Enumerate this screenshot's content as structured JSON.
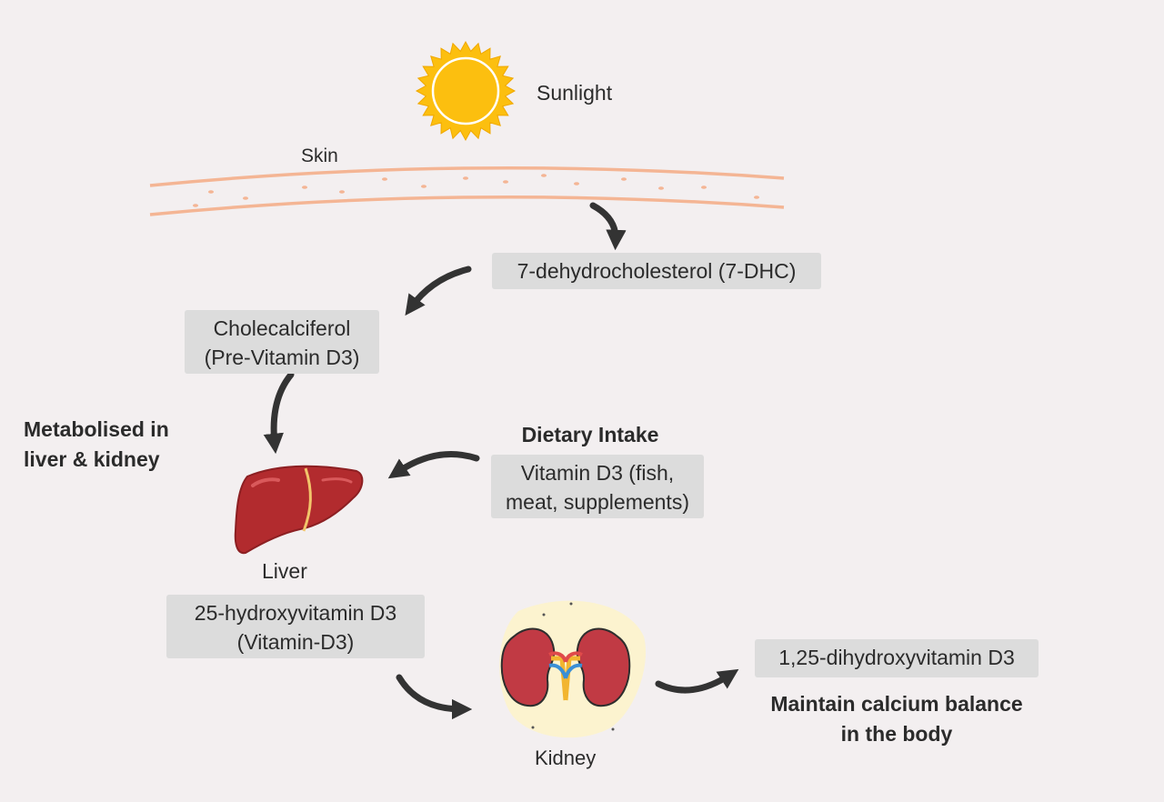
{
  "sun": {
    "label": "Sunlight"
  },
  "skin": {
    "label": "Skin"
  },
  "steps": {
    "dhc": "7-dehydrocholesterol (7-DHC)",
    "chole_line1": "Cholecalciferol",
    "chole_line2": "(Pre-Vitamin D3)",
    "hydroxy_line1": "25-hydroxyvitamin D3",
    "hydroxy_line2": "(Vitamin-D3)",
    "dihydroxy": "1,25-dihydroxyvitamin D3"
  },
  "notes": {
    "metabolised_line1": "Metabolised in",
    "metabolised_line2": "liver & kidney",
    "dietary_title": "Dietary Intake",
    "dietary_line1": "Vitamin D3 (fish,",
    "dietary_line2": "meat, supplements)",
    "maintain_line1": "Maintain calcium balance",
    "maintain_line2": "in the body"
  },
  "organs": {
    "liver": "Liver",
    "kidney": "Kidney"
  },
  "colors": {
    "background": "#f3eff0",
    "box": "#dcdcdc",
    "skin": "#f4b594",
    "sun": "#fcbf0f",
    "arrow": "#333333",
    "liver": "#b22b2e",
    "kidney": "#c13a44",
    "glow": "#fcf3cf"
  },
  "icons": [
    "sun-icon",
    "liver-icon",
    "kidney-icon",
    "arrow-icon"
  ]
}
